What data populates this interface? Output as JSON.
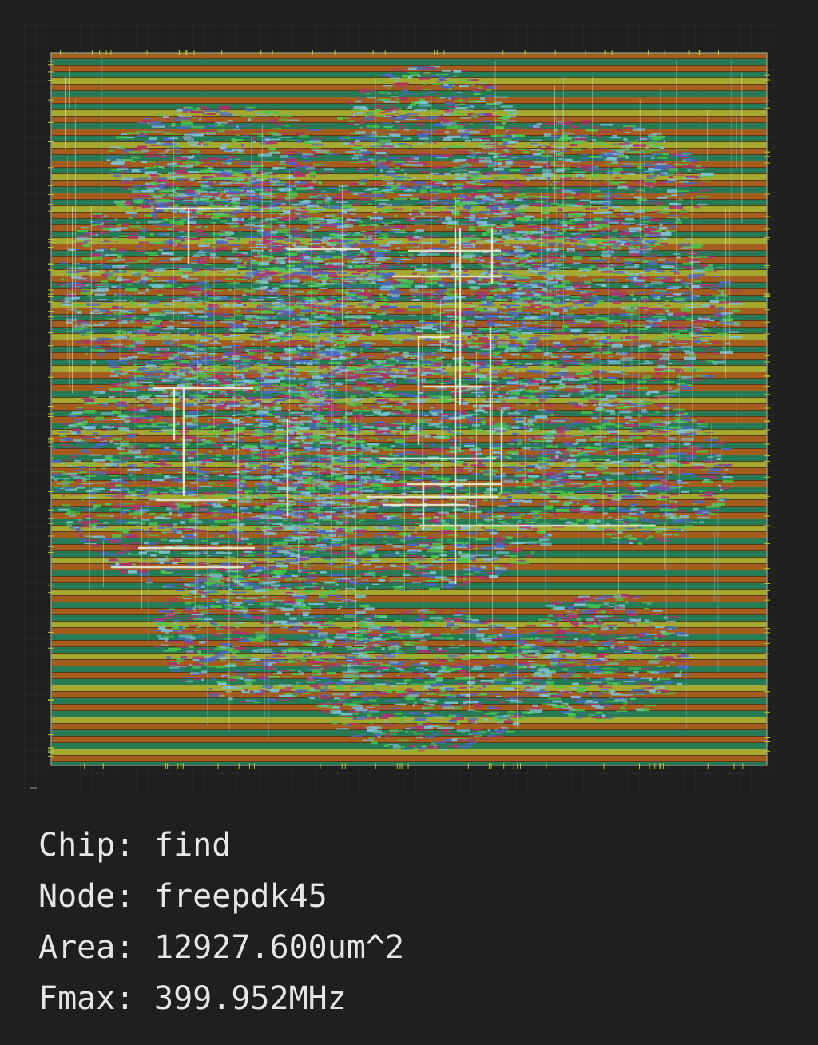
{
  "viewer": {
    "view": "chip-layout-render",
    "palette": {
      "page_background": "#1f1f1f",
      "die_background": "#5a3a1a",
      "row_band_orange": "#b5651d",
      "row_band_green": "#1b8a63",
      "row_band_yellow": "#b4c236",
      "cell_route_magenta": "#b0306b",
      "cell_route_blue": "#4a67c8",
      "cell_route_cyan": "#7fc3d8",
      "cell_route_green": "#48c94a",
      "macro_route_white": "#f0f5dc",
      "outline_grid": "#3a3a3a"
    },
    "overlay_icons": [
      "pin-markers",
      "die-outline",
      "power-rails"
    ]
  },
  "specs": [
    {
      "label": "Chip:",
      "value": "find"
    },
    {
      "label": "Node:",
      "value": "freepdk45"
    },
    {
      "label": "Area:",
      "value": "12927.600um^2"
    },
    {
      "label": "Fmax:",
      "value": "399.952MHz"
    }
  ]
}
